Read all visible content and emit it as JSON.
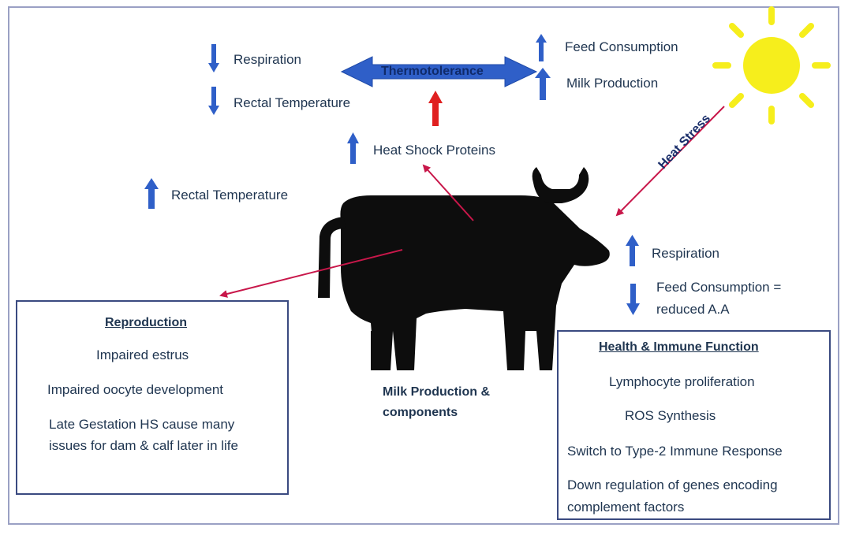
{
  "top_left": {
    "respiration": "Respiration",
    "rectal_temperature": "Rectal Temperature"
  },
  "thermotolerance": "Thermotolerance",
  "top_right": {
    "feed_consumption": "Feed Consumption",
    "milk_production": "Milk Production"
  },
  "heat_shock_proteins": "Heat Shock Proteins",
  "rectal_temperature_up": "Rectal Temperature",
  "heat_stress": "Heat Stress",
  "right_side": {
    "respiration": "Respiration",
    "feed_consumption_line1": "Feed Consumption =",
    "feed_consumption_line2": "reduced A.A"
  },
  "reproduction": {
    "title": "Reproduction",
    "items": [
      "Impaired estrus",
      "Impaired oocyte development",
      "Late Gestation HS cause many",
      "issues for dam & calf later in life"
    ]
  },
  "milk": {
    "line1": "Milk Production &",
    "line2": "components"
  },
  "health": {
    "title": "Health & Immune Function",
    "lymphocyte": "Lymphocyte proliferation",
    "ros": "ROS Synthesis",
    "switch": "Switch to Type-2 Immune Response",
    "down_line1": "Down regulation of genes encoding",
    "down_line2": "complement factors"
  },
  "colors": {
    "blue_arrow": "#2f5fc8",
    "red_arrow": "#e02020",
    "pointer": "#c8174a",
    "sun": "#f6ee1c",
    "cow": "#0d0d0d"
  }
}
